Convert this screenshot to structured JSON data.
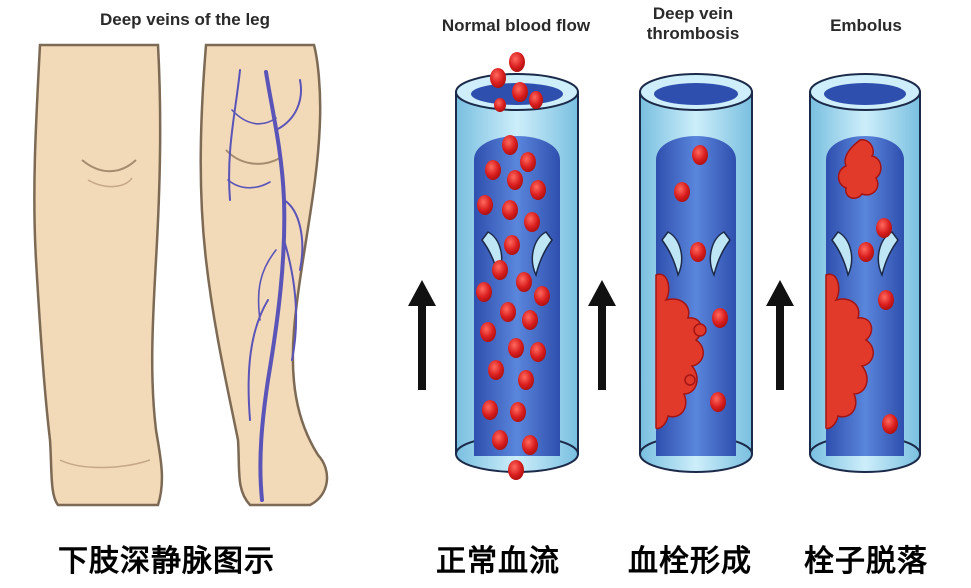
{
  "titles": {
    "legs": "Deep veins of the leg",
    "normal": "Normal blood flow",
    "dvt": "Deep vein thrombosis",
    "embolus": "Embolus"
  },
  "captions": {
    "legs": "下肢深静脉图示",
    "normal": "正常血流",
    "dvt": "血栓形成",
    "embolus": "栓子脱落"
  },
  "colors": {
    "skin": "#f2d9b8",
    "skin_shadow": "#e2bf98",
    "vein": "#5b54b8",
    "vessel_outer": "#a8dcef",
    "vessel_inner": "#3e66c4",
    "blood_cell": "#d91e1e",
    "clot": "#e23a2a",
    "arrow": "#111111"
  }
}
